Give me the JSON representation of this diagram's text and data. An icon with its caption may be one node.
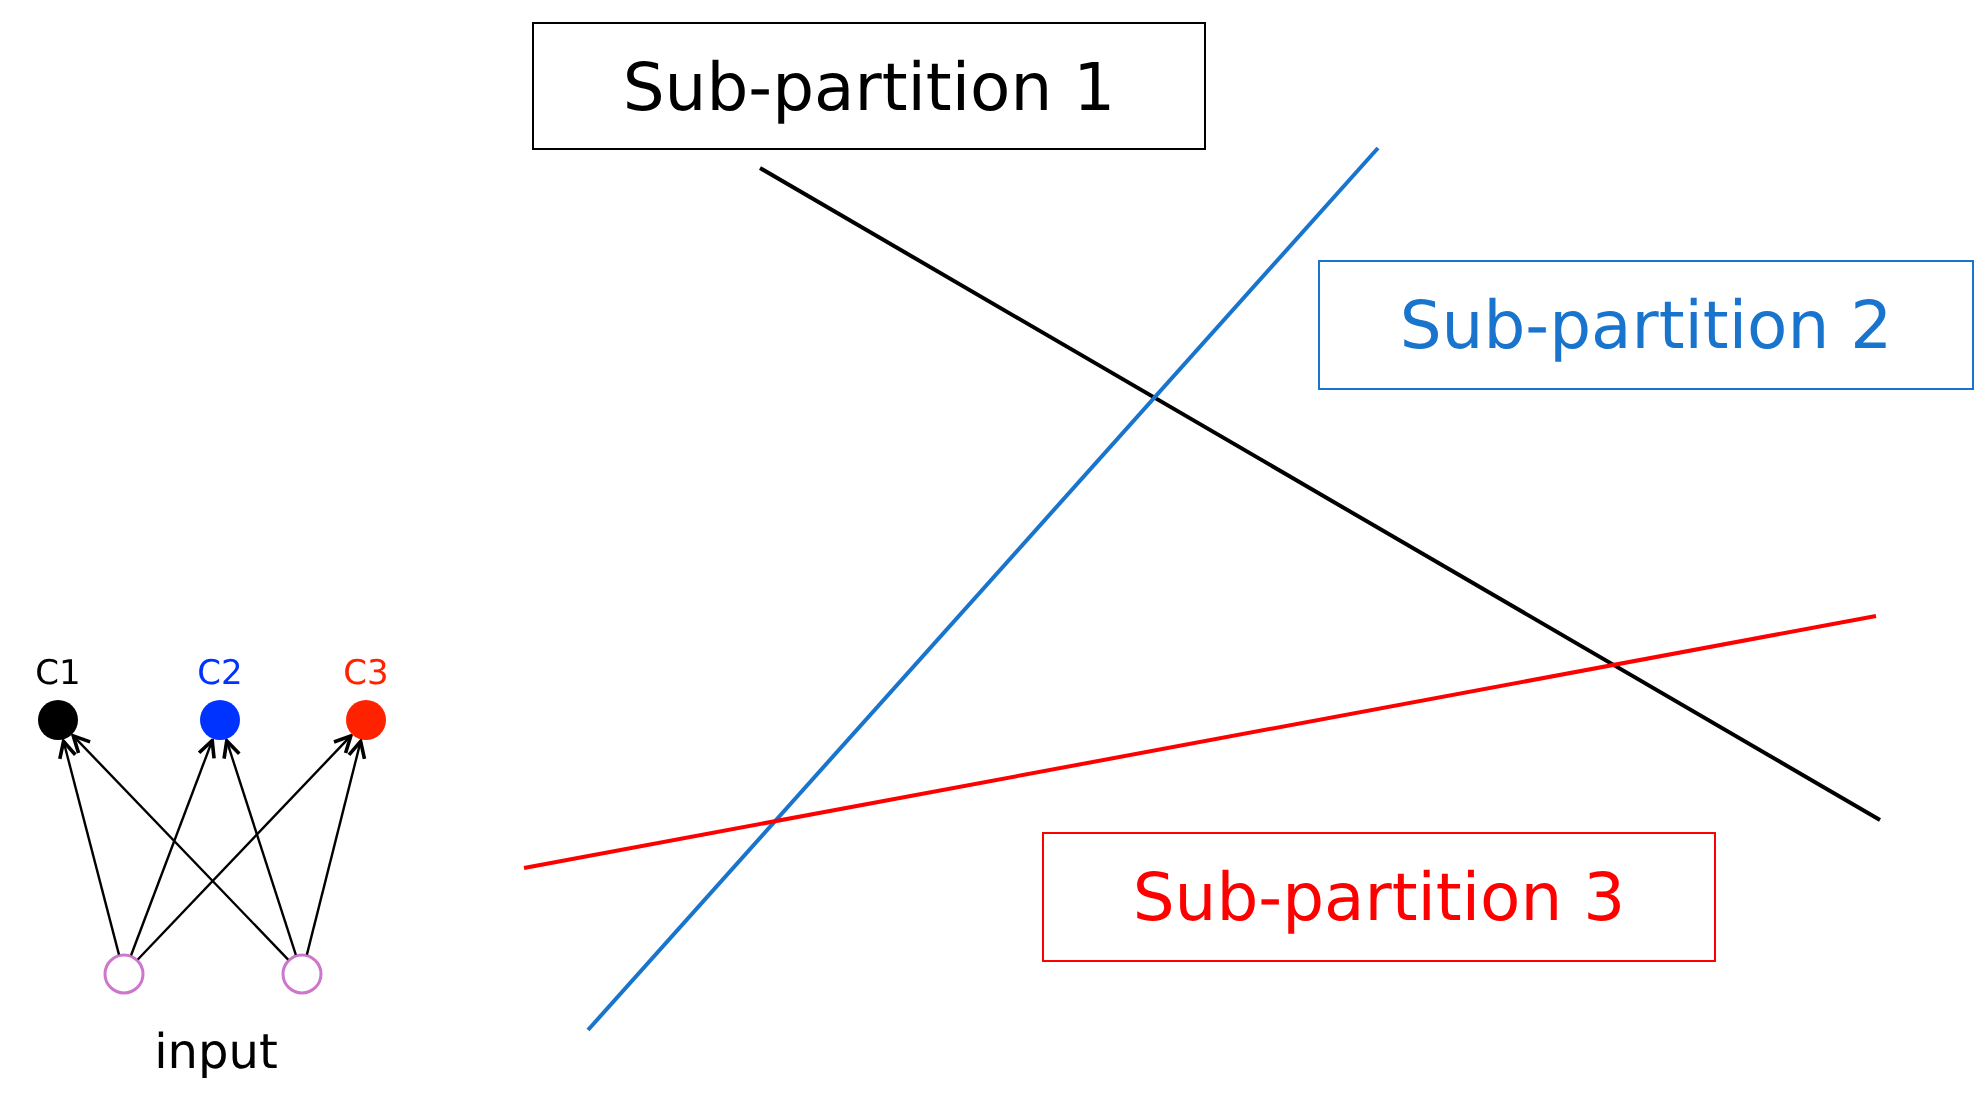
{
  "diagram": {
    "nodes": [
      {
        "text": [
          "Sub-partition 1"
        ]
      },
      {
        "text": [
          "Sub-partition 2"
        ]
      },
      {
        "text": [
          "Sub-partition 3"
        ]
      },
      {
        "text": [
          "C1"
        ]
      },
      {
        "text": [
          "C2"
        ]
      },
      {
        "text": [
          "C3"
        ]
      },
      {
        "text": [],
        "shape": "circle"
      },
      {
        "text": [],
        "shape": "circle"
      }
    ],
    "edges": [
      {
        "from": 6,
        "to": 3,
        "arrow": "to"
      },
      {
        "from": 6,
        "to": 4,
        "arrow": "to"
      },
      {
        "from": 6,
        "to": 5,
        "arrow": "to"
      },
      {
        "from": 7,
        "to": 3,
        "arrow": "to"
      },
      {
        "from": 7,
        "to": 4,
        "arrow": "to"
      },
      {
        "from": 7,
        "to": 5,
        "arrow": "to"
      }
    ],
    "labels": [
      "input"
    ]
  }
}
